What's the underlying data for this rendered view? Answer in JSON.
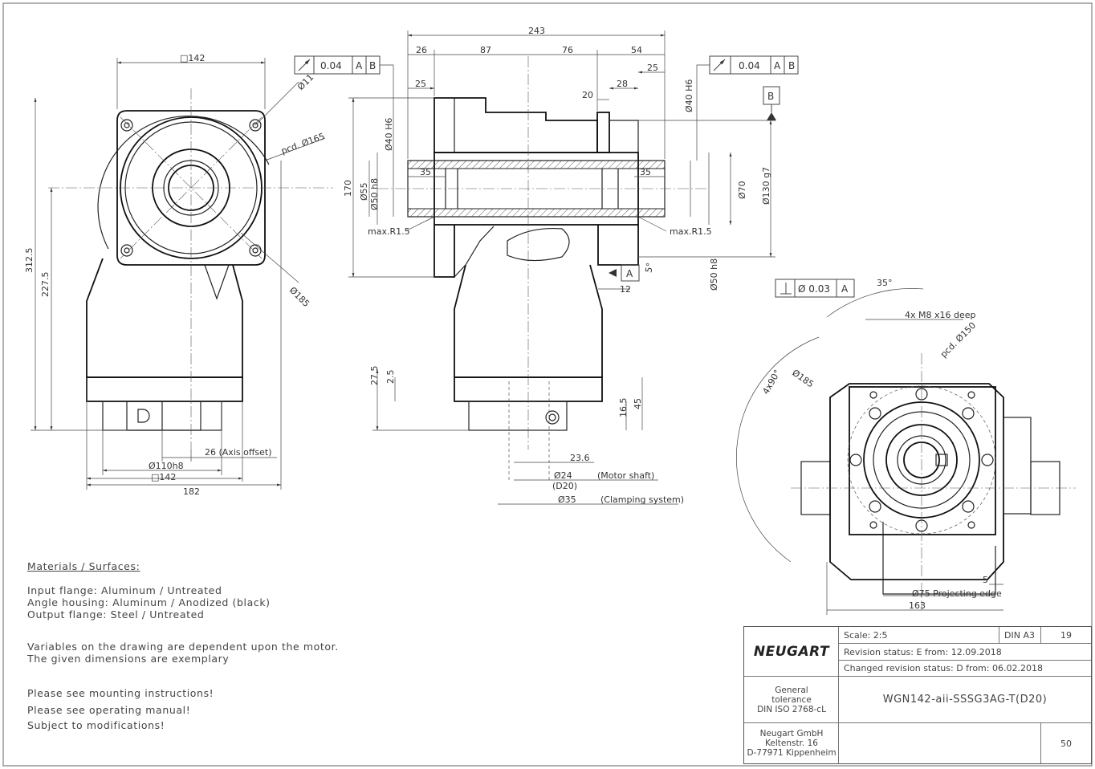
{
  "drawing": {
    "front_view": {
      "square_top": "□142",
      "hole": "Ø11",
      "pcd_165": "pcd. Ø165",
      "dia_185": "Ø185",
      "h_312_5": "312.5",
      "h_227_5": "227.5",
      "axis_offset": "26 (Axis offset)",
      "dia_110h8": "Ø110h8",
      "square_bottom": "□142",
      "w_182": "182"
    },
    "side_view": {
      "w_243": "243",
      "d_26": "26",
      "d_87": "87",
      "d_76": "76",
      "d_54": "54",
      "d_25_left": "25",
      "d_25_right": "25",
      "d_28": "28",
      "d_20": "20",
      "d_35_left": "35",
      "d_35_right": "35",
      "d_40H6_left": "Ø40 H6",
      "d_40H6_right": "Ø40 H6",
      "d_55": "Ø55",
      "d_50h8": "Ø50 h8",
      "d_170": "170",
      "d_70": "Ø70",
      "d_130g7": "Ø130 g7",
      "d_50h8_right": "Ø50 h8",
      "max_r_left": "max.R1.5",
      "max_r_right": "max.R1.5",
      "d_12": "12",
      "angle_5": "5°",
      "d_27_5": "27.5",
      "d_2_5": "2.5",
      "d_16_5": "16.5",
      "d_45": "45",
      "d_23_6": "23.6",
      "d_24": "Ø24",
      "d20": "(D20)",
      "motor_shaft": "(Motor shaft)",
      "d_35": "Ø35",
      "clamping": "(Clamping system)"
    },
    "tolerances": {
      "runout_left": {
        "value": "0.04",
        "ref_a": "A",
        "ref_b": "B"
      },
      "runout_right": {
        "value": "0.04",
        "ref_a": "A",
        "ref_b": "B"
      },
      "datum_b": "B",
      "datum_a": "A",
      "perp": {
        "value": "Ø 0.03",
        "ref": "A"
      }
    },
    "bottom_view": {
      "angle_35": "35°",
      "thread": "4x M8 x16 deep",
      "pcd_150": "pcd. Ø150",
      "dia_185": "Ø185",
      "angle_4x90": "4x90°",
      "projecting": "Ø75 Projecting edge",
      "d_5": "5",
      "d_163": "163"
    }
  },
  "notes": {
    "materials_heading": "Materials / Surfaces:",
    "materials": "Input flange: Aluminum / Untreated\nAngle housing: Aluminum / Anodized (black)\nOutput flange: Steel / Untreated",
    "variables": "Variables on the drawing are dependent upon the motor.\nThe given dimensions are exemplary",
    "mounting": "Please see mounting instructions!",
    "manual": "Please see operating manual!",
    "modifications": "Subject to modifications!"
  },
  "title_block": {
    "logo": "NEUGART",
    "scale": "Scale: 2:5",
    "format": "DIN A3",
    "number": "19",
    "revision": "Revision status: E   from: 12.09.2018",
    "changed": "Changed revision status: D   from: 06.02.2018",
    "tolerance": "General\ntolerance\nDIN ISO 2768-cL",
    "part": "WGN142-aii-SSSG3AG-T(D20)",
    "company": "Neugart GmbH\nKeltenstr. 16\nD-77971 Kippenheim",
    "sheet_no": "50"
  }
}
